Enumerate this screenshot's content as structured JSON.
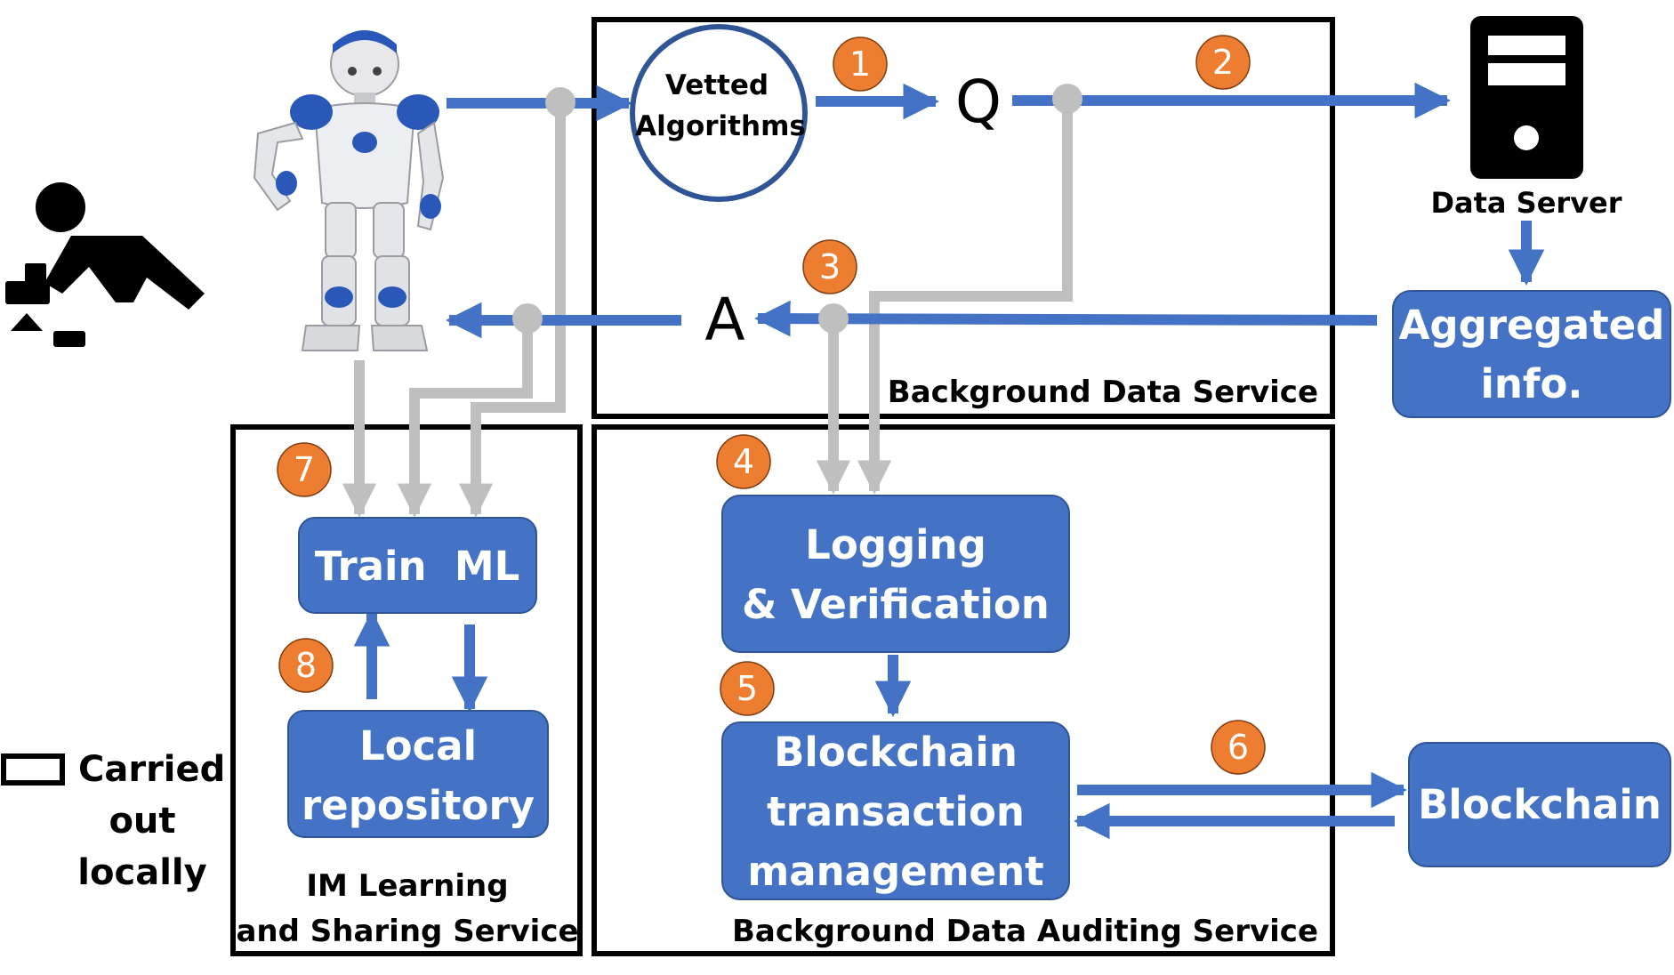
{
  "colors": {
    "blue": "#4472c4",
    "blue_dark": "#2f5597",
    "gray": "#bfbfbf",
    "orange": "#ed7d31",
    "black": "#000000"
  },
  "icons": [
    "robot-icon",
    "child-playing-icon",
    "server-icon"
  ],
  "labels": {
    "vetted_line1": "Vetted",
    "vetted_line2": "Algorithms",
    "q": "Q",
    "a": "A",
    "data_server": "Data Server",
    "background_data_service": "Background Data Service",
    "background_data_auditing_service": "Background Data Auditing Service",
    "im_line1": "IM Learning",
    "im_line2": "and Sharing Service"
  },
  "boxes": {
    "aggregated_line1": "Aggregated",
    "aggregated_line2": "info.",
    "train_ml": "Train  ML",
    "local_line1": "Local",
    "local_line2": "repository",
    "logging_line1": "Logging",
    "logging_line2": "& Verification",
    "blockchain_tx_line1": "Blockchain",
    "blockchain_tx_line2": "transaction",
    "blockchain_tx_line3": "management",
    "blockchain": "Blockchain"
  },
  "legend": {
    "line1": "Carried",
    "line2": "out",
    "line3": "locally"
  },
  "steps": [
    "1",
    "2",
    "3",
    "4",
    "5",
    "6",
    "7",
    "8"
  ]
}
